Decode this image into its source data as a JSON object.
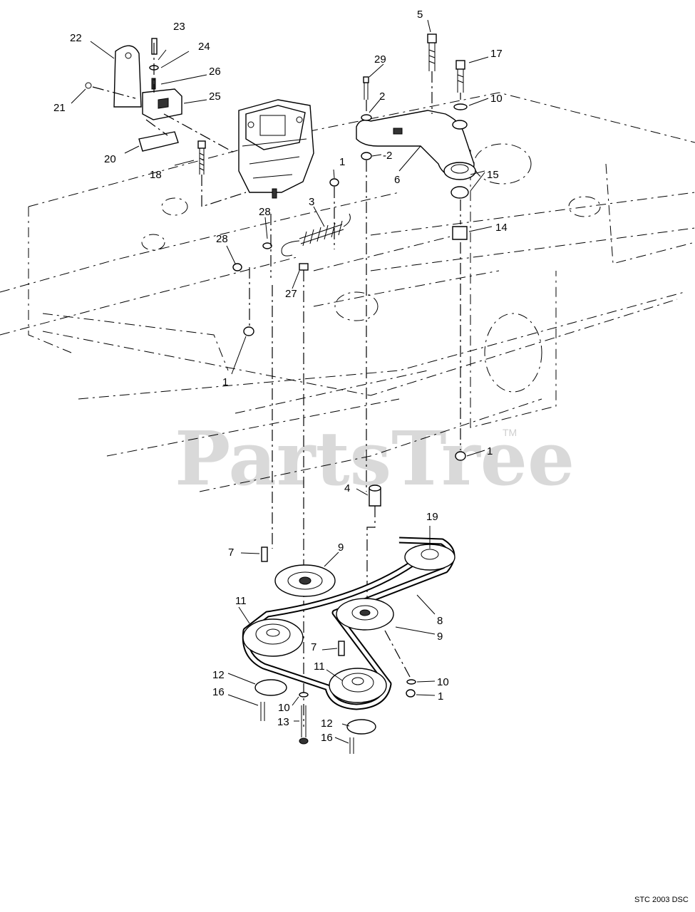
{
  "watermark": {
    "text": "PartsTree",
    "trademark": "TM"
  },
  "footer": {
    "code": "STC 2003 DSC"
  },
  "labels": {
    "l23": "23",
    "l5": "5",
    "l22": "22",
    "l24": "24",
    "l29": "29",
    "l17": "17",
    "l26": "26",
    "l2a": "2",
    "l10a": "10",
    "l21": "21",
    "l25": "25",
    "l2b": "-2",
    "l20": "20",
    "l1a": "1",
    "l18": "18",
    "l6": "6",
    "l15": "15",
    "l3": "3",
    "l28a": "28",
    "l14": "14",
    "l28b": "28",
    "l27": "27",
    "l1b": "1",
    "l1c": "1",
    "l4": "4",
    "l19": "19",
    "l7a": "7",
    "l9a": "9",
    "l11a": "11",
    "l8": "8",
    "l9b": "9",
    "l7b": "7",
    "l11b": "11",
    "l10b": "10",
    "l12a": "12",
    "l1d": "1",
    "l16a": "16",
    "l10c": "10",
    "l13": "13",
    "l12b": "12",
    "l16b": "16"
  }
}
